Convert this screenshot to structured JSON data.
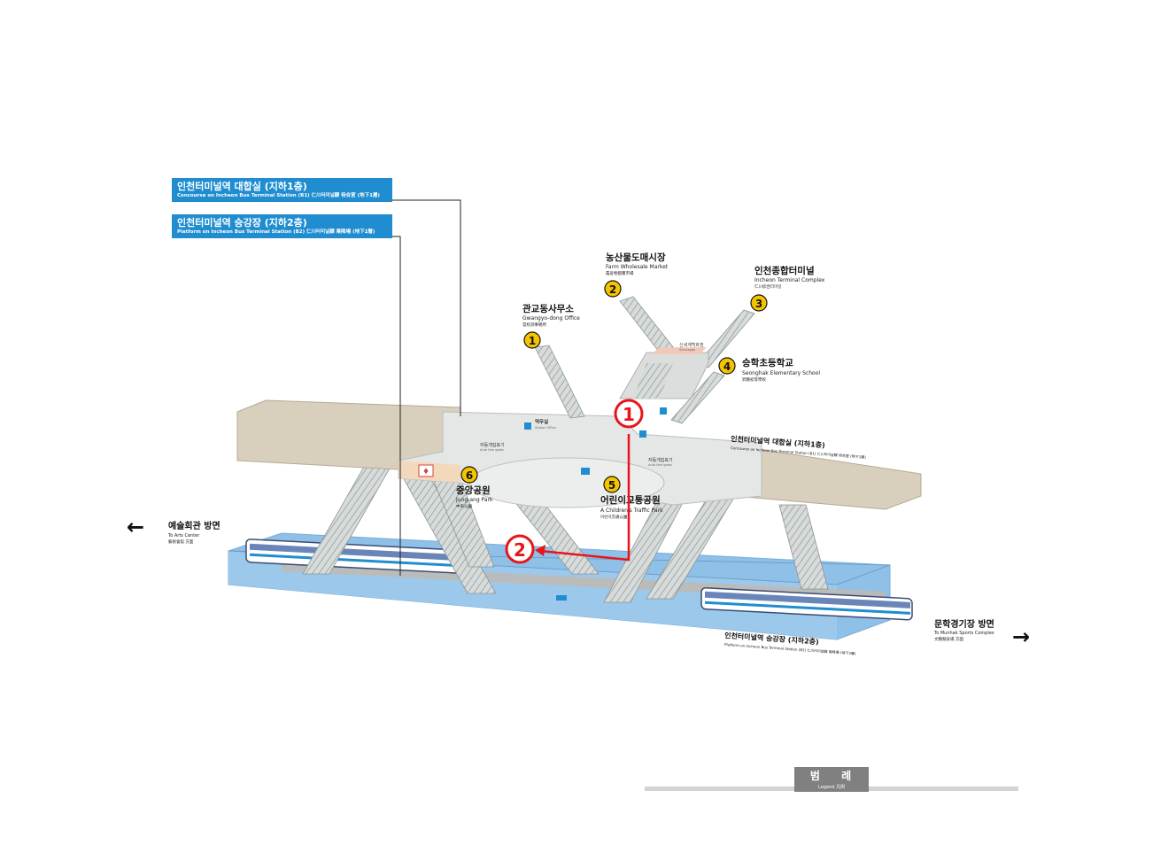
{
  "labels": {
    "concourse_box": {
      "ko": "인천터미널역 대합실 (지하1층)",
      "en": "Concourse on Incheon Bus Terminal Station (B1)  仁川터미널驛 待合室 (地下1層)"
    },
    "platform_box": {
      "ko": "인천터미널역 승강장 (지하2층)",
      "en": "Platform on Incheon Bus Terminal Station (B2)  仁川터미널驛 乘降場 (地下2層)"
    },
    "concourse_right": {
      "ko": "인천터미널역 대합실 (지하1층)",
      "en": "Concourse on Incheon Bus Terminal Station (B1)  仁川터미널驛 待合室 (地下1層)"
    },
    "platform_bottom": {
      "ko": "인천터미널역 승강장 (지하2층)",
      "en": "Platform on Incheon Bus Terminal Station (B2)  仁川터미널驛 乘降場 (地下2層)"
    }
  },
  "exits": [
    {
      "num": "1",
      "ko": "관교동사무소",
      "en": "Gwangyo-dong Office",
      "hanja": "官校洞事務所"
    },
    {
      "num": "2",
      "ko": "농산물도매시장",
      "en": "Farm Wholesale Market",
      "hanja": "農産物都賣市場"
    },
    {
      "num": "3",
      "ko": "인천종합터미널",
      "en": "Incheon Terminal Complex",
      "hanja": "仁川綜合터미널"
    },
    {
      "num": "4",
      "ko": "승학초등학교",
      "en": "Seonghak Elementary School",
      "hanja": "昇鶴初等學校"
    },
    {
      "num": "5",
      "ko": "어린이교통공원",
      "en": "A Children's Traffic Park",
      "hanja": "어린이交通公園"
    },
    {
      "num": "6",
      "ko": "중앙공원",
      "en": "Jung-ang Park",
      "hanja": "中央公園"
    }
  ],
  "directions": {
    "left": {
      "ko": "예술회관 방면",
      "en": "To Arts Center",
      "hanja": "藝術會館 方面"
    },
    "right": {
      "ko": "문학경기장 방면",
      "en": "To Munhak Sports Complex",
      "hanja": "文鶴競技場 方面"
    }
  },
  "facilities": {
    "station_office": {
      "ko": "역무실",
      "en": "Station Office"
    },
    "fare_gate_left": {
      "ko": "자동개집표기",
      "en": "Auto fare gates"
    },
    "fare_gate_right": {
      "ko": "자동개집표기",
      "en": "Auto fare gates"
    },
    "shinsegae": {
      "ko": "신세계백화점",
      "en": "Shinsegae"
    }
  },
  "route_markers": [
    "1",
    "2"
  ],
  "legend": {
    "ko": "범 례",
    "en": "Legend 凡例"
  },
  "colors": {
    "blue_label": "#1f8dd0",
    "platform_blue": "#8fc0e8",
    "concourse_tan": "#d8cfbd",
    "concourse_grey": "#e4e7e6",
    "exit_yellow": "#f5c400",
    "route_red": "#e8141b"
  }
}
